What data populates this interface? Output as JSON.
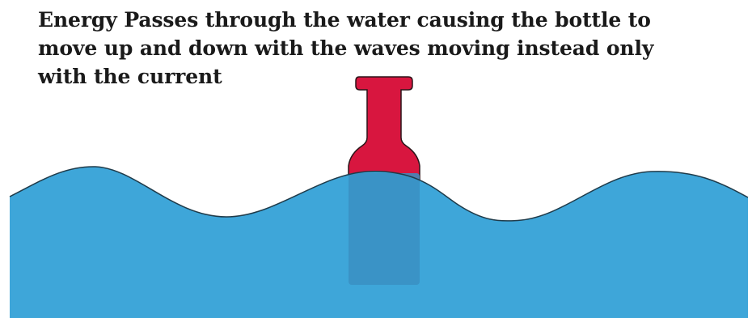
{
  "caption": {
    "line1": "Energy Passes through the water causing the bottle to",
    "line2": "move up and down with the waves moving instead only",
    "line3": "with the current"
  },
  "colors": {
    "water": "#3ea6d9",
    "water_outline": "#1f3b4a",
    "bottle": "#d8163f",
    "bottle_outline": "#2a1418",
    "submerged_bottle": "#3a8fc2"
  }
}
